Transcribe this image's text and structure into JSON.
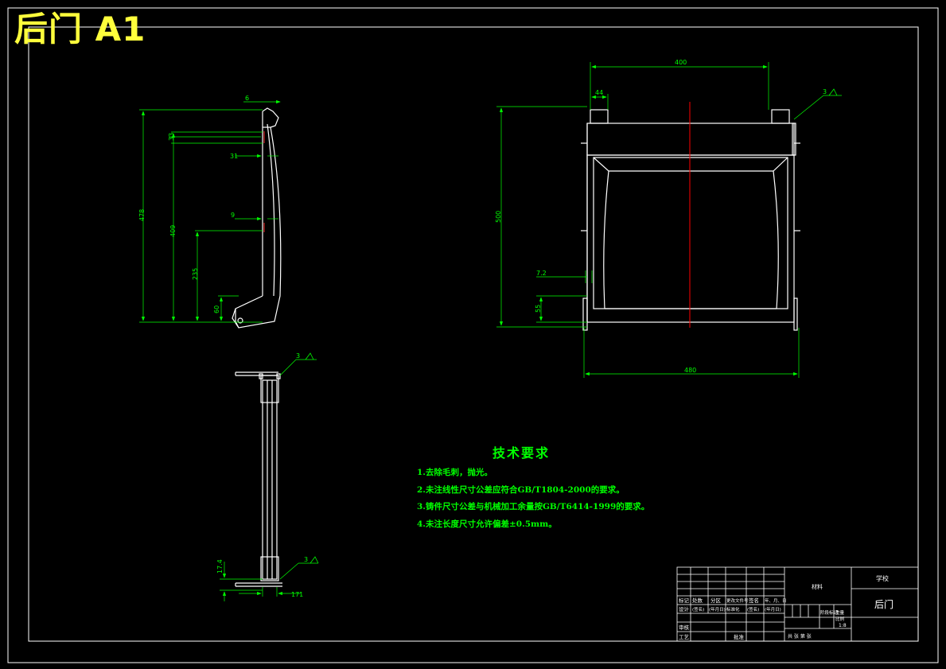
{
  "sheet": {
    "title": "后门 A1",
    "colors": {
      "background": "#000000",
      "outline": "#ffffff",
      "dimension": "#00ff00",
      "centerline": "#ff0000",
      "title_text": "#ffff3c",
      "hidden": "#ff3030"
    }
  },
  "side_view": {
    "dims": [
      "6",
      "33",
      "31",
      "9",
      "478",
      "409",
      "235",
      "60"
    ]
  },
  "front_view": {
    "dims": [
      "400",
      "44",
      "500",
      "7.2",
      "55",
      "480"
    ],
    "weld_symbol": "3"
  },
  "bottom_view": {
    "dims": [
      "17.4",
      "171"
    ],
    "weld_symbols": [
      "3",
      "3"
    ]
  },
  "tech_requirements": {
    "heading": "技术要求",
    "items": [
      "1.去除毛刺，抛光。",
      "2.未注线性尺寸公差应符合GB/T1804-2000的要求。",
      "3.铸件尺寸公差与机械加工余量按GB/T6414-1999的要求。",
      "4.未注长度尺寸允许偏差±0.5mm。"
    ]
  },
  "title_block": {
    "material_cell": "材料",
    "school": "学校",
    "part_name": "后门",
    "scale": "1:8",
    "row_labels": [
      "标记",
      "处数",
      "分区",
      "更改文件号",
      "签名",
      "年、月、日"
    ],
    "row2_labels": [
      "设计",
      "(签名)",
      "(年月日)",
      "标准化",
      "(签名)",
      "(年月日)"
    ],
    "stage_label": "阶段标记",
    "weight_label": "重量",
    "ratio_label": "比例",
    "review_label": "审核",
    "process_label": "工艺",
    "approve_label": "批准",
    "sheet_info": "共 张 第 张"
  }
}
